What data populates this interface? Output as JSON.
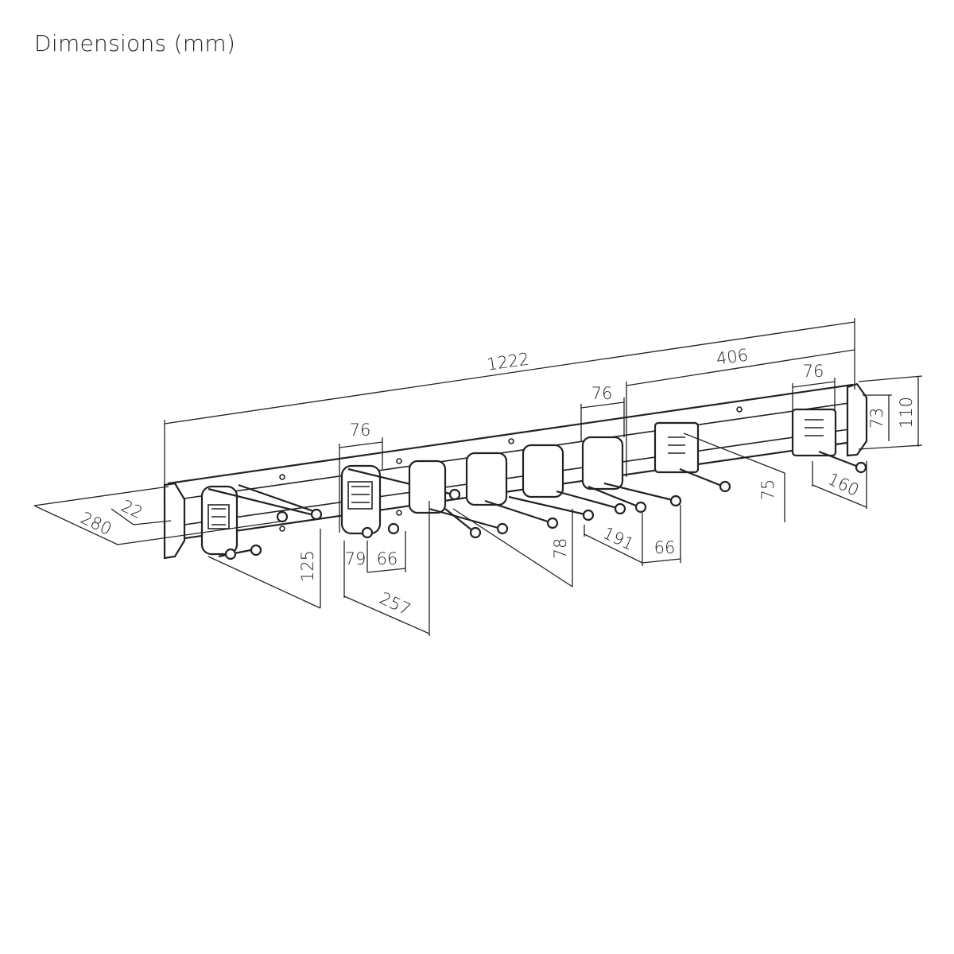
{
  "title": "Dimensions (mm)",
  "dimensions": {
    "total_length": "1222",
    "hook_spacing": "406",
    "hook_width_left": "76",
    "hook_width_mid": "76",
    "hook_width_right": "76",
    "rail_inner_height": "73",
    "rail_height": "110",
    "overall_depth": "280",
    "rail_depth": "22",
    "large_hook_height": "125",
    "hook_79": "79",
    "hook_66_left": "66",
    "hook_depth_257": "257",
    "hook_height_78": "78",
    "hook_depth_191": "191",
    "hook_66_right": "66",
    "hook_height_75": "75",
    "hook_depth_160": "160"
  }
}
